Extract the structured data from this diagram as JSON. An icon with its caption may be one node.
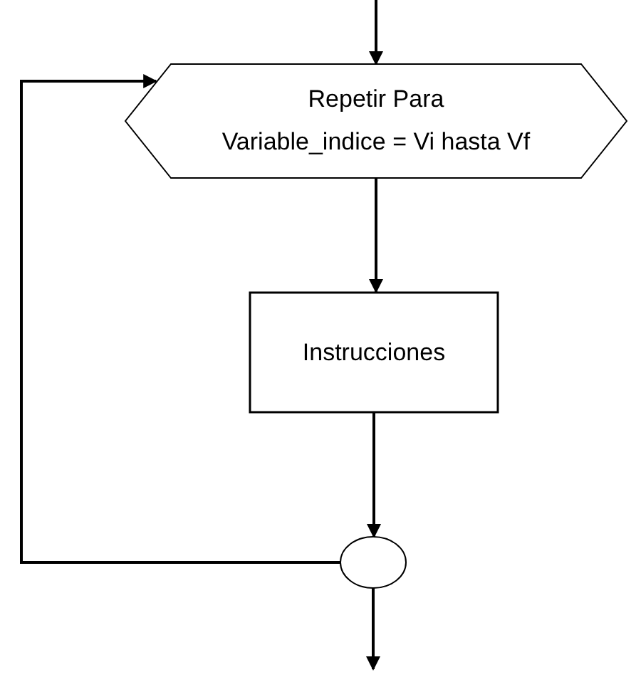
{
  "diagram": {
    "nodes": [
      {
        "text": [
          "Repetir Para",
          "Variable_indice = Vi hasta Vf"
        ]
      },
      {
        "text": [
          "Instrucciones"
        ]
      },
      {
        "text": [],
        "shape": "circle"
      }
    ],
    "edges": [
      {
        "from": null,
        "to": 0,
        "arrow": "to"
      },
      {
        "from": 0,
        "to": 1,
        "arrow": "to"
      },
      {
        "from": 1,
        "to": 2,
        "arrow": "to"
      },
      {
        "from": 2,
        "to": 0,
        "arrow": "to"
      },
      {
        "from": 2,
        "to": null,
        "arrow": "to"
      }
    ]
  }
}
